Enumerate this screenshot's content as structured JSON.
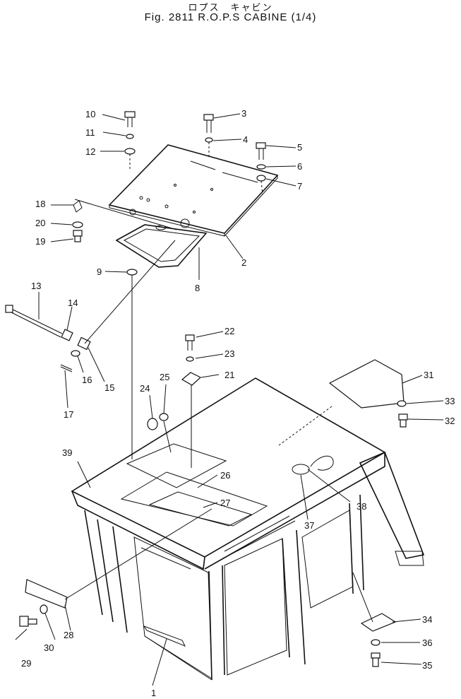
{
  "title": {
    "japanese": "ロプス　キャビン",
    "english": "Fig. 2811  R.O.P.S CABINE  (1/4)"
  },
  "callouts": [
    "1",
    "2",
    "3",
    "4",
    "5",
    "6",
    "7",
    "8",
    "9",
    "10",
    "11",
    "12",
    "13",
    "14",
    "15",
    "16",
    "17",
    "18",
    "19",
    "20",
    "21",
    "22",
    "23",
    "24",
    "25",
    "26",
    "27",
    "28",
    "29",
    "30",
    "31",
    "32",
    "33",
    "34",
    "35",
    "36",
    "37",
    "38",
    "39"
  ]
}
